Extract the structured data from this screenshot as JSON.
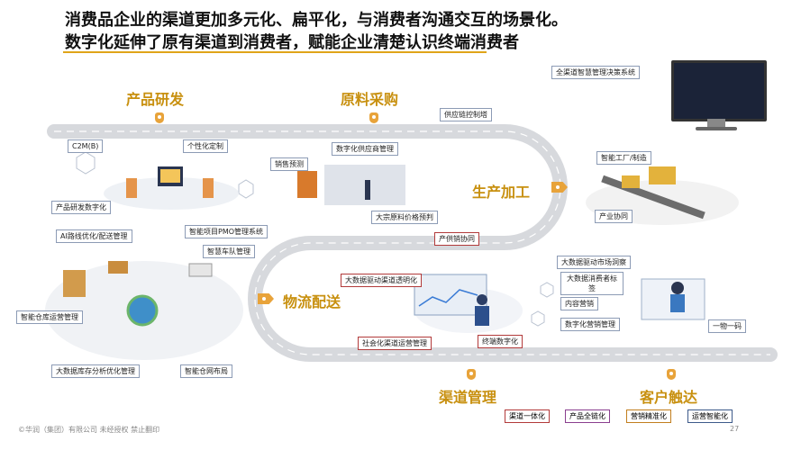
{
  "title": {
    "line1": "消费品企业的渠道更加多元化、扁平化，与消费者沟通交互的场景化。",
    "line2": "数字化延伸了原有渠道到消费者，赋能企业清楚认识终端消费者"
  },
  "sections": {
    "product_rd": "产品研发",
    "raw_material": "原料采购",
    "production": "生产加工",
    "logistics": "物流配送",
    "channel": "渠道管理",
    "customer": "客户触达"
  },
  "labels": {
    "c2m": "C2M(B)",
    "personalized": "个性化定制",
    "sales_forecast": "销售预测",
    "digital_supplier": "数字化供应商管理",
    "supply_chain": "供应链控制塔",
    "all_channel": "全渠道智慧管理决策系统",
    "smart_factory": "智能工厂/制造",
    "industry_coop": "产业协同",
    "rd_digital": "产品研发数字化",
    "commodity_price": "大宗原料价格预判",
    "prod_sales_coop": "产供销协同",
    "ai_route": "AI路线优化/配送管理",
    "pmo": "智能项目PMO管理系统",
    "fleet": "智慧车队管理",
    "warehouse_ops": "智能仓库运营管理",
    "bigdata_transparency": "大数据驱动渠道透明化",
    "bigdata_insight": "大数据驱动市场洞察",
    "bigdata_consumer": "大数据消费者标签",
    "content_marketing": "内容营销",
    "digital_marketing": "数字化营销管理",
    "one_code": "一物一码",
    "social_channel": "社会化渠道运营管理",
    "terminal_digital": "终端数字化",
    "inventory_opt": "大数据库存分析优化管理",
    "warehouse_layout": "智能仓网布局"
  },
  "legend": [
    "渠道一体化",
    "产品全链化",
    "营销精准化",
    "运营智能化"
  ],
  "footer": "©华润（集团）有限公司 未经授权 禁止翻印",
  "page_number": "27",
  "colors": {
    "accent": "#e8a33a",
    "section_text": "#c8900f",
    "road": "#d7d9dd",
    "road_line": "#ffffff",
    "title_rule": "#e0a419"
  }
}
